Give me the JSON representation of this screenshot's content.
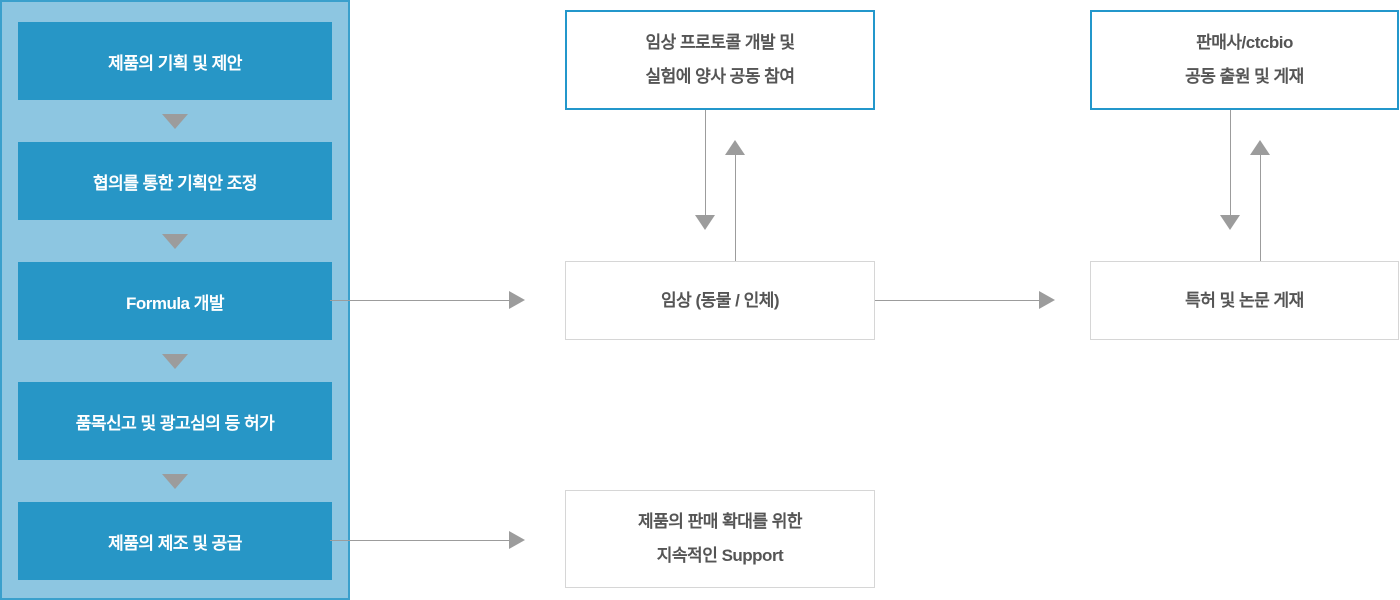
{
  "colors": {
    "accent-blue": "#2796c6",
    "panel-bg": "#8dc6e1",
    "panel-border": "#3aa0cc",
    "box-border-blue": "#2397cb",
    "box-border-gray": "#d6d6d6",
    "arrow-gray": "#9c9c9c",
    "text-dark": "#555555",
    "text-white": "#ffffff"
  },
  "left_panel": {
    "steps": [
      {
        "label": "제품의 기획 및 제안"
      },
      {
        "label": "협의를 통한 기획안 조정"
      },
      {
        "label": "Formula 개발"
      },
      {
        "label": "품목신고 및 광고심의 등 허가"
      },
      {
        "label": "제품의 제조 및 공급"
      }
    ]
  },
  "middle_column": {
    "top_box": {
      "lines": [
        "임상 프로토콜 개발 및",
        "실험에 양사 공동 참여"
      ]
    },
    "mid_box": {
      "label": "임상 (동물 / 인체)"
    },
    "bottom_box": {
      "lines": [
        "제품의 판매 확대를 위한",
        "지속적인 Support"
      ]
    }
  },
  "right_column": {
    "top_box": {
      "lines": [
        "판매사/ctcbio",
        "공동 출원 및 게재"
      ]
    },
    "mid_box": {
      "label": "특허 및 논문 게재"
    }
  }
}
